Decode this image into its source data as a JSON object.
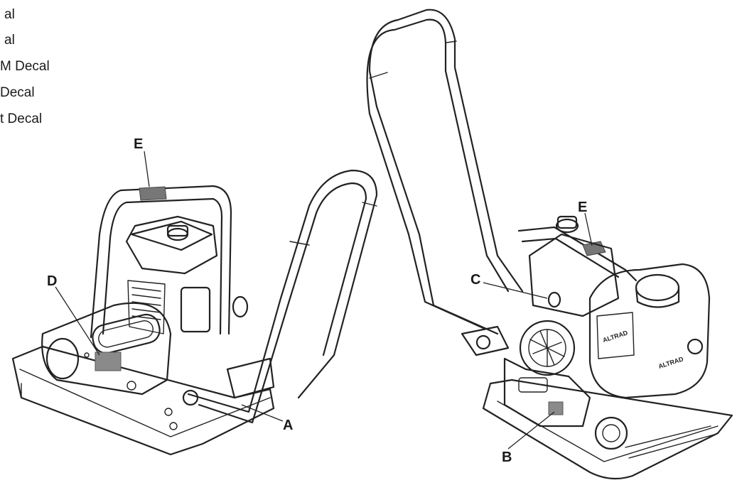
{
  "legend": {
    "lines": [
      "al",
      "al",
      "M Decal",
      "Decal",
      "t Decal"
    ]
  },
  "callouts": {
    "a": "A",
    "b": "B",
    "c": "C",
    "d": "D",
    "e_left": "E",
    "e_right": "E"
  },
  "brand": {
    "logo_text": "ALTRAD"
  },
  "colors": {
    "line": "#222222",
    "decal": "#8a8a8a"
  }
}
